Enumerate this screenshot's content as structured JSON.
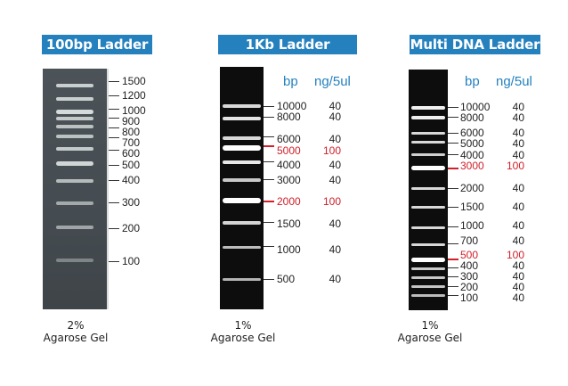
{
  "panels": [
    {
      "title": "100bp Ladder",
      "gel_type": "2%",
      "gel_label": "Agarose Gel",
      "bands_bp": [
        "1500",
        "1200",
        "1000",
        "900",
        "800",
        "700",
        "600",
        "500",
        "400",
        "300",
        "200",
        "100"
      ]
    },
    {
      "title": "1Kb Ladder",
      "col_bp": "bp",
      "col_ng": "ng/5ul",
      "gel_type": "1%",
      "gel_label": "Agarose Gel",
      "bands": [
        {
          "bp": "10000",
          "ng": "40"
        },
        {
          "bp": "8000",
          "ng": "40"
        },
        {
          "bp": "6000",
          "ng": "40"
        },
        {
          "bp": "5000",
          "ng": "100",
          "highlight": true
        },
        {
          "bp": "4000",
          "ng": "40"
        },
        {
          "bp": "3000",
          "ng": "40"
        },
        {
          "bp": "2000",
          "ng": "100",
          "highlight": true
        },
        {
          "bp": "1500",
          "ng": "40"
        },
        {
          "bp": "1000",
          "ng": "40"
        },
        {
          "bp": "500",
          "ng": "40"
        }
      ]
    },
    {
      "title": "Multi DNA Ladder",
      "col_bp": "bp",
      "col_ng": "ng/5ul",
      "gel_type": "1%",
      "gel_label": "Agarose Gel",
      "bands": [
        {
          "bp": "10000",
          "ng": "40"
        },
        {
          "bp": "8000",
          "ng": "40"
        },
        {
          "bp": "6000",
          "ng": "40"
        },
        {
          "bp": "5000",
          "ng": "40"
        },
        {
          "bp": "4000",
          "ng": "40"
        },
        {
          "bp": "3000",
          "ng": "100",
          "highlight": true
        },
        {
          "bp": "2000",
          "ng": "40"
        },
        {
          "bp": "1500",
          "ng": "40"
        },
        {
          "bp": "1000",
          "ng": "40"
        },
        {
          "bp": "700",
          "ng": "40"
        },
        {
          "bp": "500",
          "ng": "100",
          "highlight": true
        },
        {
          "bp": "400",
          "ng": "40"
        },
        {
          "bp": "300",
          "ng": "40"
        },
        {
          "bp": "200",
          "ng": "40"
        },
        {
          "bp": "100",
          "ng": "40"
        }
      ]
    }
  ],
  "colors": {
    "title_bg": "#2581be",
    "highlight": "#d0202a",
    "header_text": "#2581be"
  }
}
